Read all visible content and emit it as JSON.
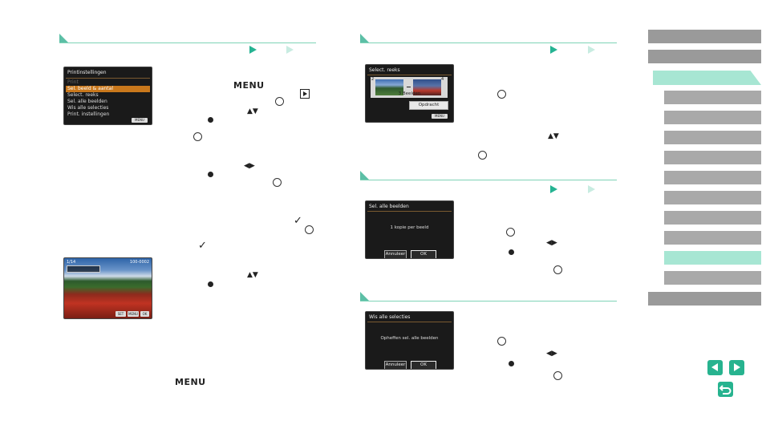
{
  "left_panel": {
    "menu_screen": {
      "title": "Printinstellingen",
      "items": [
        "Print",
        "Sel. beeld & aantal",
        "Select. reeks",
        "Sel. alle beelden",
        "Wis alle selecties",
        "Print. instellingen"
      ],
      "selected_index": 1,
      "footer_button": "MENU"
    },
    "instructions": {
      "menu_word": "MENU",
      "checkmark": "✓"
    },
    "photo_screen": {
      "counter": "1/14",
      "file_number": "100-0002",
      "bottom_buttons": [
        "SET",
        "MENU",
        "OK"
      ]
    }
  },
  "right_panel": {
    "select_range_screen": {
      "title": "Select. reeks",
      "left_number": "2",
      "right_number": "4",
      "count_text": "3 Beelden",
      "button": "Opdracht",
      "footer_button": "MENU"
    },
    "select_all_screen": {
      "title": "Sel. alle beelden",
      "message": "1 kopie per beeld",
      "cancel": "Annuleer",
      "ok": "OK"
    },
    "clear_all_screen": {
      "title": "Wis alle selecties",
      "message": "Opheffen sel. alle beelden",
      "cancel": "Annuleer",
      "ok": "OK"
    }
  },
  "colors": {
    "accent": "#25b392",
    "accent_light": "#a7e6d3",
    "nav_gray": "#a9a9a9",
    "menu_selected": "#c9781c"
  }
}
